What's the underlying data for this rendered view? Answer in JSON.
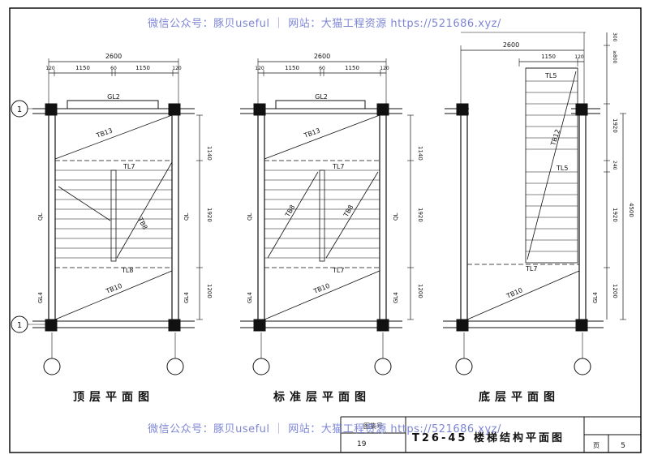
{
  "watermark": "微信公众号：豚贝useful ｜ 网站：大猫工程资源 https://521686.xyz/",
  "plans": [
    {
      "title": "顶层平面图",
      "dims_top": [
        "2600",
        "120",
        "1150",
        "60",
        "1150",
        "120"
      ],
      "dims_side": [
        "1140",
        "1920",
        "1200"
      ],
      "labels": {
        "gl2": "GL2",
        "tb_top": "TB13",
        "tl_a": "TL7",
        "tb_mid": "TB8",
        "tl_b": "TL8",
        "tb_bot": "TB10",
        "ql_left": "QL",
        "ql_right": "QL",
        "gl4_left": "GL4",
        "gl4_right": "GL4"
      }
    },
    {
      "title": "标准层平面图",
      "dims_top": [
        "2600",
        "120",
        "1150",
        "60",
        "1150",
        "120"
      ],
      "dims_side": [
        "1140",
        "1920",
        "1200"
      ],
      "labels": {
        "gl2": "GL2",
        "tb_top": "TB13",
        "tl_a": "TL7",
        "tb_mid1": "TB8",
        "tb_mid2": "TB8",
        "tl_b": "TL7",
        "tb_bot": "TB10",
        "ql_left": "QL",
        "ql_right": "QL",
        "gl4_left": "GL4",
        "gl4_right": "GL4"
      }
    },
    {
      "title": "底层平面图",
      "dims_top": [
        "2600",
        "1150",
        "120"
      ],
      "dims_side": [
        "300",
        "≥800",
        "1920",
        "240",
        "1920",
        "1200",
        "4500"
      ],
      "labels": {
        "tl_top": "TL5",
        "tb": "TB12",
        "tl_mid": "TL5",
        "tl_b": "TL7",
        "tb_bot": "TB10",
        "gl4_right": "GL4"
      }
    }
  ],
  "axes": {
    "row_top": "1",
    "row_bottom": "1"
  },
  "title_block": {
    "atlas_label": "图集号",
    "atlas_no": "19",
    "drawing_title": "T26-45 楼梯结构平面图",
    "page_label": "页",
    "page_no": "5"
  }
}
